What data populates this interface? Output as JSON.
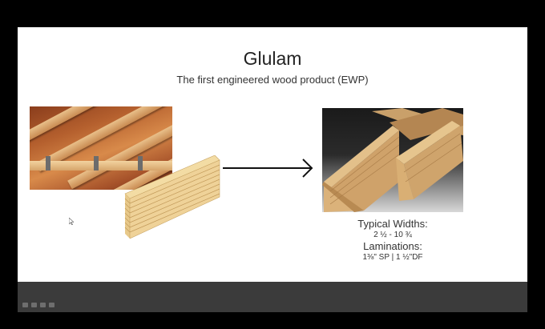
{
  "slide": {
    "title": "Glulam",
    "subtitle": "The first engineered wood product (EWP)",
    "specs": {
      "widths_label": "Typical Widths:",
      "widths_value": "2 ½ - 10 ¾",
      "laminations_label": "Laminations:",
      "laminations_value": "1⅜\" SP  |  1 ½\"DF"
    }
  },
  "colors": {
    "slide_background": "#ffffff",
    "frame_background": "#000000",
    "toolbar_background": "#3b3b3b"
  },
  "icons": [
    "arrow-right-icon",
    "mouse-cursor-icon",
    "toolbar-previous-icon",
    "toolbar-pen-icon",
    "toolbar-menu-icon",
    "toolbar-next-icon"
  ]
}
